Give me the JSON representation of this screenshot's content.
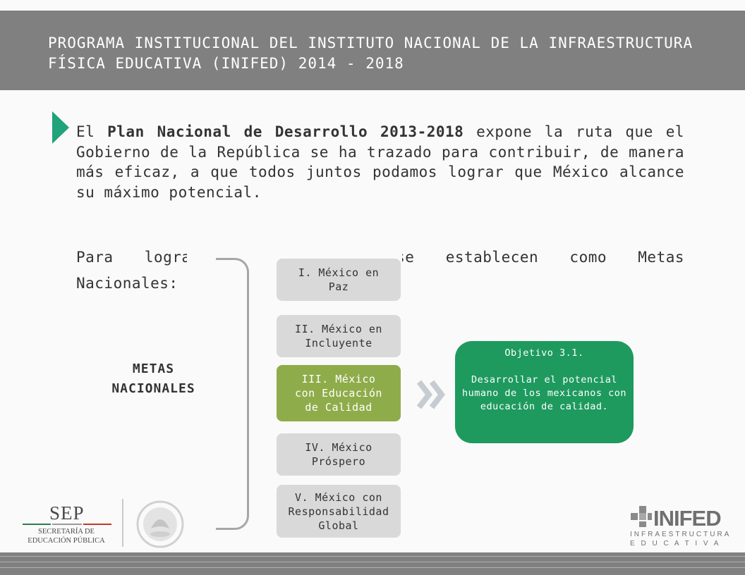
{
  "header": {
    "title": "PROGRAMA INSTITUCIONAL DEL INSTITUTO NACIONAL DE LA INFRAESTRUCTURA\nFÍSICA EDUCATIVA  (INIFED) 2014 - 2018"
  },
  "intro": {
    "prefix": "El ",
    "plan_name": "Plan Nacional de Desarrollo 2013-2018",
    "suffix": " expone la ruta que el Gobierno de la República se ha trazado para contribuir, de manera más eficaz, a que todos juntos podamos lograr que México alcance su máximo potencial."
  },
  "goals_intro": {
    "line1": "Para lograr lo anterior, se establecen como Metas",
    "line2": "Nacionales:"
  },
  "metas_label": "METAS NACIONALES",
  "goals": [
    {
      "label": "I. México en Paz",
      "active": false
    },
    {
      "label": "II. México en Incluyente",
      "active": false
    },
    {
      "label": "III. México con Educación de Calidad",
      "active": true
    },
    {
      "label": "IV. México Próspero",
      "active": false
    },
    {
      "label": "V. México con Responsabilidad Global",
      "active": false
    }
  ],
  "objective": {
    "title": "Objetivo 3.1.",
    "text": "Desarrollar el potencial humano de los mexicanos con educación de calidad."
  },
  "logos": {
    "sep_name": "SEP",
    "sep_subtitle": "SECRETARÍA DE\nEDUCACIÓN PÚBLICA",
    "inifed_name": "INIFED",
    "inifed_subtitle": "INFRAESTRUCTURA\nE D U C A T I V A"
  },
  "colors": {
    "header_bg": "#808080",
    "accent_green": "#20a27a",
    "goal_bg": "#d9d9d9",
    "goal_active": "#8fac4a",
    "objective_bg": "#1e9a5f"
  }
}
